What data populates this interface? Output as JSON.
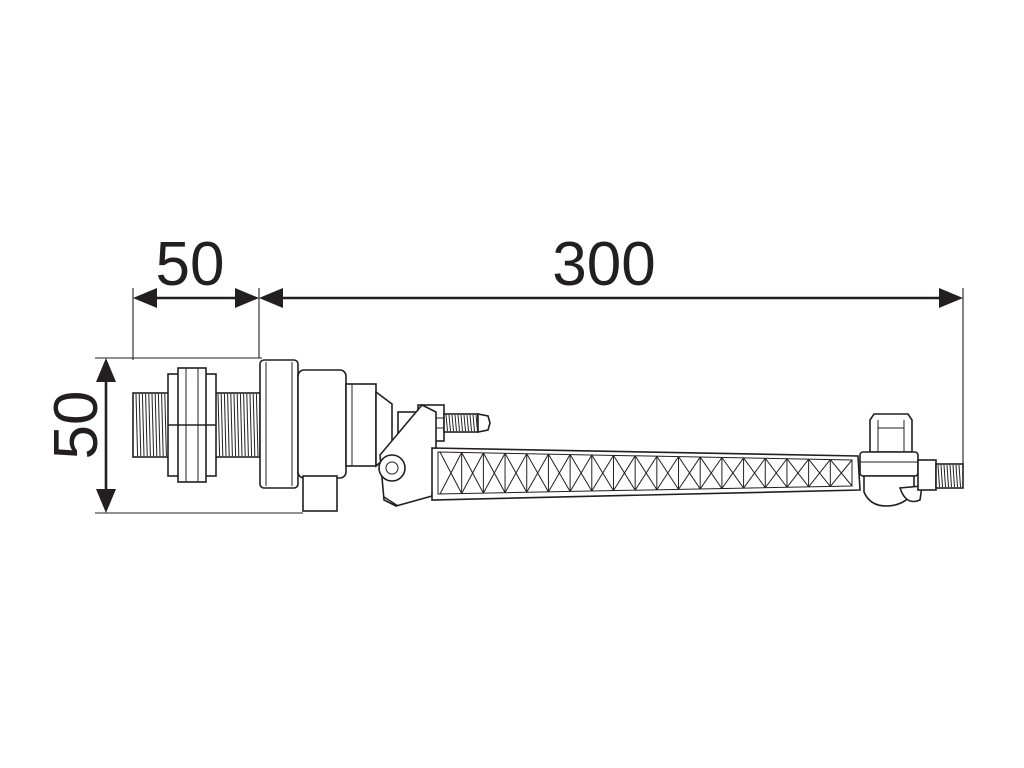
{
  "dimensions": {
    "width_top_left": "50",
    "width_top_right": "300",
    "height_left": "50"
  },
  "colors": {
    "line": "#231f20",
    "background": "#ffffff"
  }
}
